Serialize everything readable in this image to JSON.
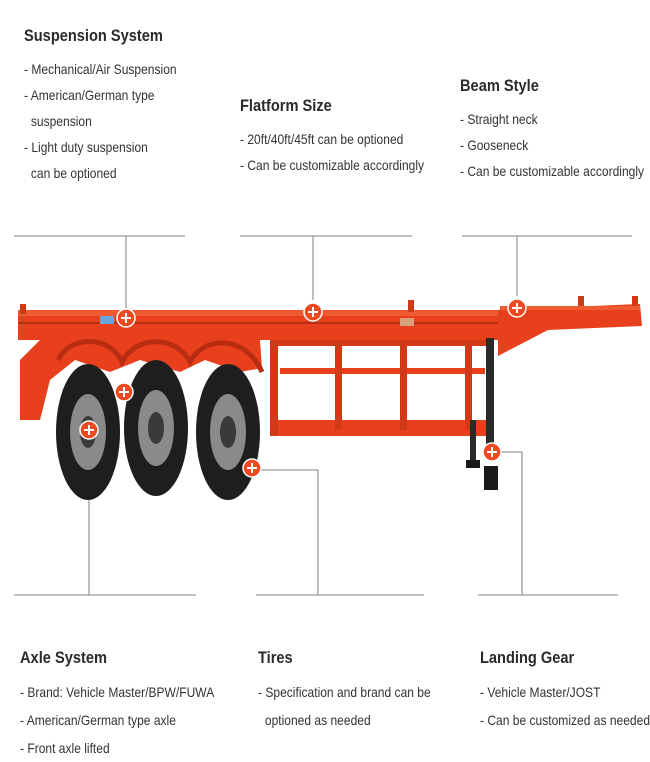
{
  "features": {
    "suspension": {
      "title": "Suspension System",
      "lines": [
        "Mechanical/Air Suspension",
        "American/German type",
        "suspension",
        "Light duty suspension",
        "can be optioned"
      ]
    },
    "flatform": {
      "title": "Flatform Size",
      "lines": [
        "20ft/40ft/45ft can be optioned",
        "Can be customizable accordingly"
      ]
    },
    "beam": {
      "title": "Beam Style",
      "lines": [
        "Straight neck",
        "Gooseneck",
        "Can be customizable accordingly"
      ]
    },
    "axle": {
      "title": "Axle System",
      "lines": [
        "Brand: Vehicle Master/BPW/FUWA",
        "American/German type axle",
        "Front axle lifted"
      ]
    },
    "tires": {
      "title": "Tires",
      "lines": [
        "Specification and brand can be",
        "optioned as needed"
      ]
    },
    "landing": {
      "title": "Landing Gear",
      "lines": [
        "Vehicle Master/JOST",
        "Can be customized as needed"
      ]
    }
  },
  "colors": {
    "trailer": "#e8401c",
    "trailer_dark": "#b82d12",
    "tire": "#1e1e1e",
    "rim": "#8a8a8a",
    "callout_line": "#9a9a9a",
    "marker": "#ef4a1f"
  },
  "icons": {
    "marker": "plus-marker-icon"
  }
}
